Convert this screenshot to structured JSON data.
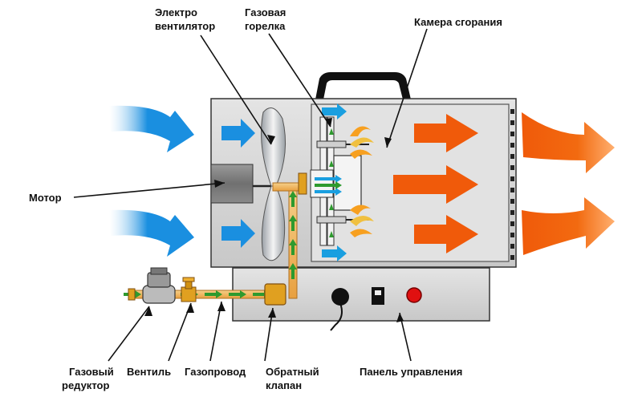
{
  "labels": {
    "fan_line1": "Электро",
    "fan_line2": "вентилятор",
    "burner_line1": "Газовая",
    "burner_line2": "горелка",
    "chamber": "Камера сгорания",
    "motor": "Мотор",
    "reducer_line1": "Газовый",
    "reducer_line2": "редуктор",
    "valve": "Вентиль",
    "gas_pipe": "Газопровод",
    "check_valve_line1": "Обратный",
    "check_valve_line2": "клапан",
    "control_panel": "Панель управления"
  },
  "colors": {
    "cold_air": "#1a8fe0",
    "hot_air": "#f05a0a",
    "gas_flow": "#2e9a2e",
    "pipe": "#f0b060",
    "body": "#d8d8d8",
    "indicator": "#e01010"
  }
}
